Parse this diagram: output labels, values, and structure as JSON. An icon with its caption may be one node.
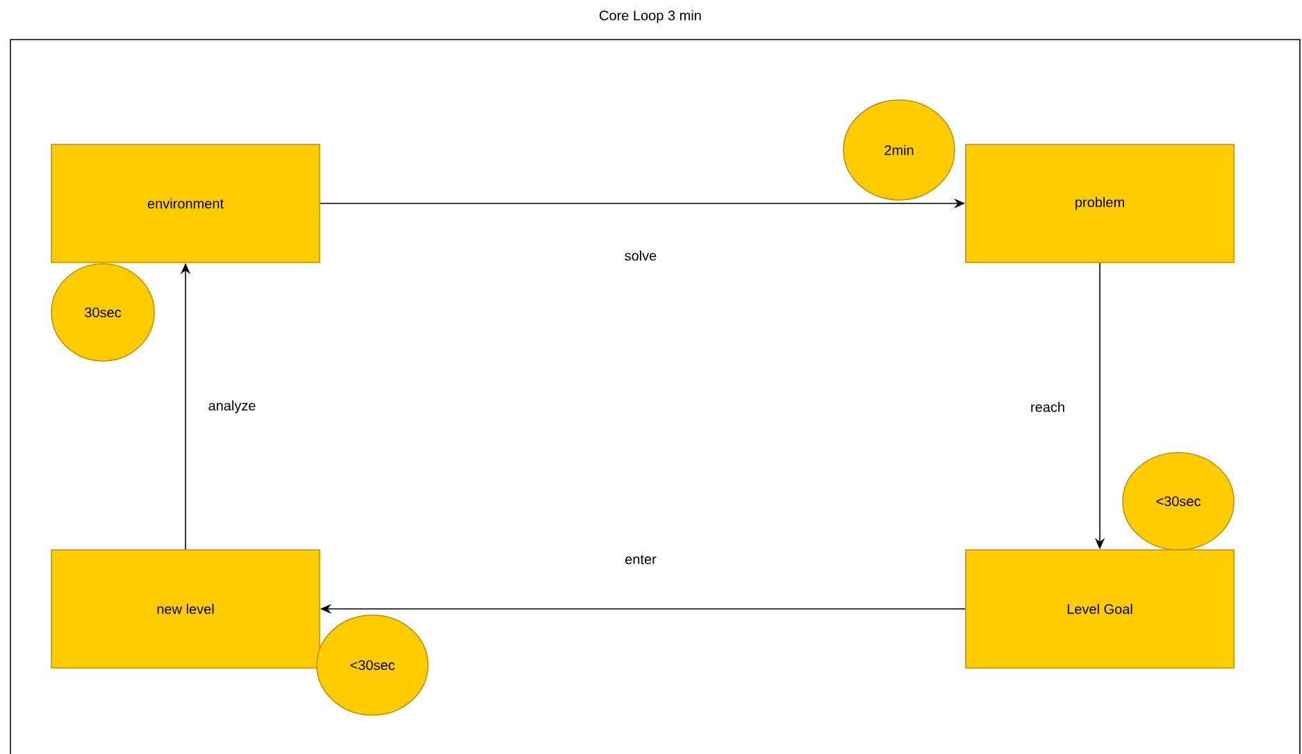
{
  "diagram": {
    "title": "Core Loop 3 min",
    "nodes": [
      {
        "text": [
          "environment"
        ]
      },
      {
        "text": [
          "30sec"
        ]
      },
      {
        "text": [
          "2min"
        ]
      },
      {
        "text": [
          "problem"
        ]
      },
      {
        "text": [
          "<30sec"
        ]
      },
      {
        "text": [
          "Level Goal"
        ]
      },
      {
        "text": [
          "new level"
        ]
      },
      {
        "text": [
          "<30sec"
        ]
      }
    ],
    "edges": [
      {
        "from": 0,
        "to": 3,
        "arrow": "to",
        "label": "solve"
      },
      {
        "from": 3,
        "to": 5,
        "arrow": "to",
        "label": "reach"
      },
      {
        "from": 5,
        "to": 6,
        "arrow": "to",
        "label": "enter"
      },
      {
        "from": 6,
        "to": 0,
        "arrow": "to",
        "label": "analyze"
      }
    ]
  }
}
